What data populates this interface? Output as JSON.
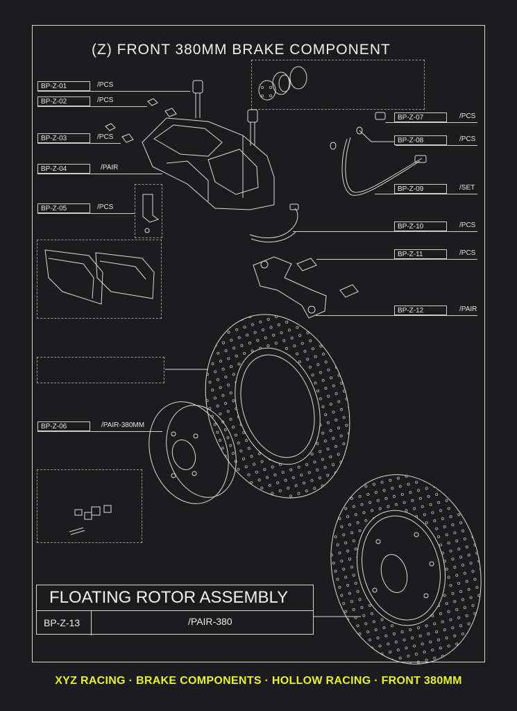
{
  "title": "(Z) FRONT  380MM  BRAKE  COMPONENT",
  "parts_left": [
    {
      "code": "BP-Z-01",
      "qty": "/PCS"
    },
    {
      "code": "BP-Z-02",
      "qty": "/PCS"
    },
    {
      "code": "BP-Z-03",
      "qty": "/PCS"
    },
    {
      "code": "BP-Z-04",
      "qty": "/PAIR"
    },
    {
      "code": "BP-Z-05",
      "qty": "/PCS"
    },
    {
      "code": "BP-Z-06",
      "qty": "/PAIR-380MM"
    }
  ],
  "parts_right": [
    {
      "code": "BP-Z-07",
      "qty": "/PCS"
    },
    {
      "code": "BP-Z-08",
      "qty": "/PCS"
    },
    {
      "code": "BP-Z-09",
      "qty": "/SET"
    },
    {
      "code": "BP-Z-10",
      "qty": "/PCS"
    },
    {
      "code": "BP-Z-11",
      "qty": "/PCS"
    },
    {
      "code": "BP-Z-12",
      "qty": "/PAIR"
    }
  ],
  "assembly": {
    "title": "FLOATING ROTOR ASSEMBLY",
    "code": "BP-Z-13",
    "qty": "/PAIR-380"
  },
  "footer": "XYZ RACING · BRAKE COMPONENTS · HOLLOW RACING · FRONT 380MM",
  "colors": {
    "background": "#1c1c1f",
    "line": "#d8d8d8",
    "footer_text": "#e8f22a"
  }
}
